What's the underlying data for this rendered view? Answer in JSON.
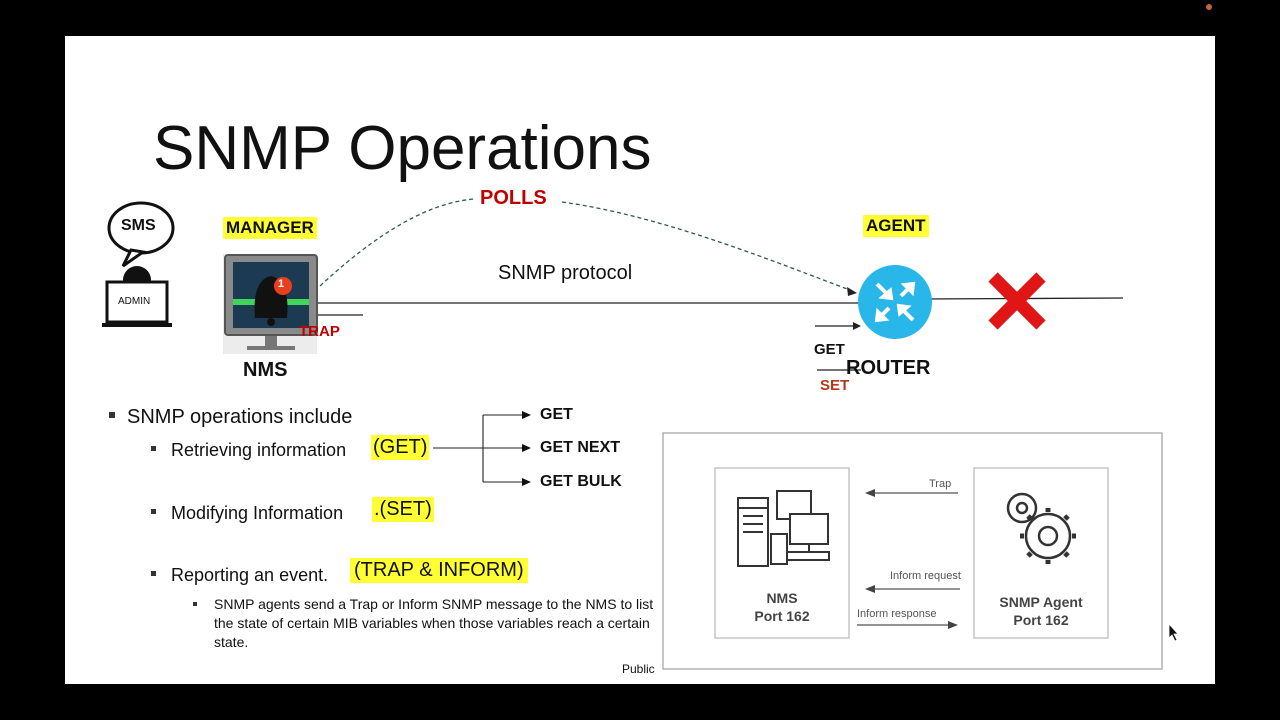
{
  "slide": {
    "title": "SNMP Operations",
    "polls": "POLLS",
    "manager": "MANAGER",
    "agent": "AGENT",
    "protocol": "SNMP protocol",
    "sms": "SMS",
    "admin": "ADMIN",
    "nms": "NMS",
    "notification_count": "1",
    "trap": "TRAP",
    "get": "GET",
    "set": "SET",
    "router": "ROUTER",
    "bullets": {
      "main": "SNMP operations include",
      "retrieving": "Retrieving information",
      "get_tag": "(GET)",
      "modifying": "Modifying Information",
      "set_tag": ".(SET)",
      "reporting": "Reporting  an event.",
      "trap_tag": "(TRAP & INFORM)",
      "detail": "SNMP agents send a Trap or Inform SNMP message to the NMS to list the state of certain MIB variables when those variables reach a certain state."
    },
    "get_ops": [
      "GET",
      "GET NEXT",
      "GET BULK"
    ],
    "diagram": {
      "trap": "Trap",
      "inform_request": "Inform request",
      "inform_response": "Inform response",
      "nms_name": "NMS",
      "nms_port": "Port 162",
      "agent_name": "SNMP Agent",
      "agent_port": "Port 162"
    },
    "classification": "Public"
  },
  "colors": {
    "highlight": "#ffff33",
    "red": "#c00000",
    "router": "#29b6e8",
    "x_mark": "#e01515"
  }
}
